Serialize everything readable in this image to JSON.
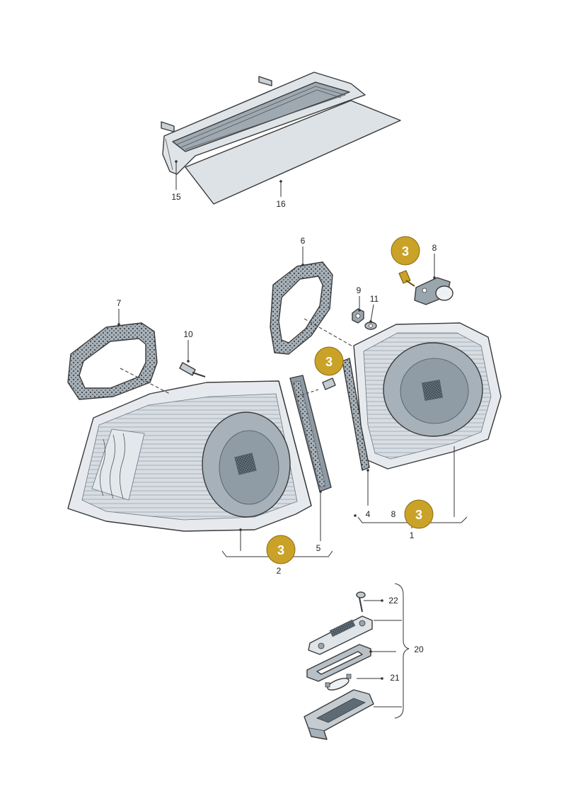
{
  "callouts": {
    "c15": "15",
    "c16": "16",
    "c6": "6",
    "c7": "7",
    "c8a": "8",
    "c9": "9",
    "c10": "10",
    "c11": "11",
    "c4": "4",
    "c8b": "8",
    "c1": "1",
    "c5": "5",
    "c2": "2",
    "c22": "22",
    "c20": "20",
    "c21": "21"
  },
  "badges": {
    "b1": "3",
    "b2": "3",
    "b3": "3",
    "b4": "3"
  },
  "colors": {
    "badge_fill": "#c9a227",
    "part_fill": "#d9dee3",
    "part_dark": "#8e9aa4",
    "gasket": "#9aa4ac",
    "lens_center": "#6f7d88"
  }
}
